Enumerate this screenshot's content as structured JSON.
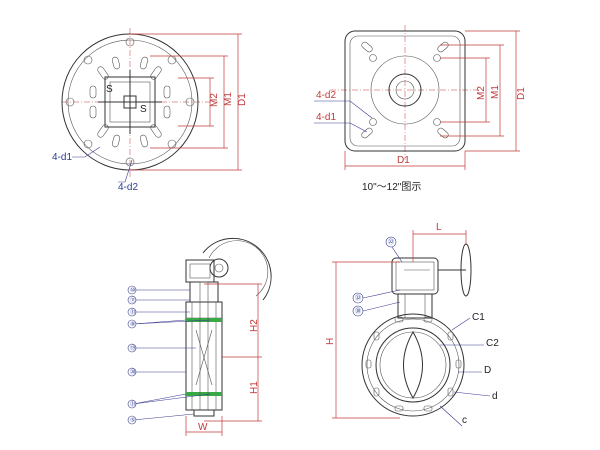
{
  "view1": {
    "labels": {
      "d1": "4-d1",
      "d2": "4-d2",
      "s1": "S",
      "s2": "S",
      "m2": "M2",
      "m1": "M1",
      "dd1": "D1"
    }
  },
  "view2": {
    "labels": {
      "d2": "4-d2",
      "d1": "4-d1",
      "m2": "M2",
      "m1": "M1",
      "dd1": "D1",
      "bottom": "D1"
    },
    "caption": "10\"～12\"图示"
  },
  "view3": {
    "callouts": [
      "⑩",
      "⑪",
      "㉛",
      "⑧",
      "⑲",
      "⑳",
      "㉛",
      "⑤"
    ],
    "labels": {
      "h2": "H2",
      "h1": "H1",
      "w": "W"
    }
  },
  "view4": {
    "callouts": [
      "㉒",
      "㉜",
      "㉚"
    ],
    "labels": {
      "l": "L",
      "h": "H",
      "c1": "C1",
      "c2": "C2",
      "d": "D",
      "dsmall": "d",
      "c": "c"
    }
  }
}
